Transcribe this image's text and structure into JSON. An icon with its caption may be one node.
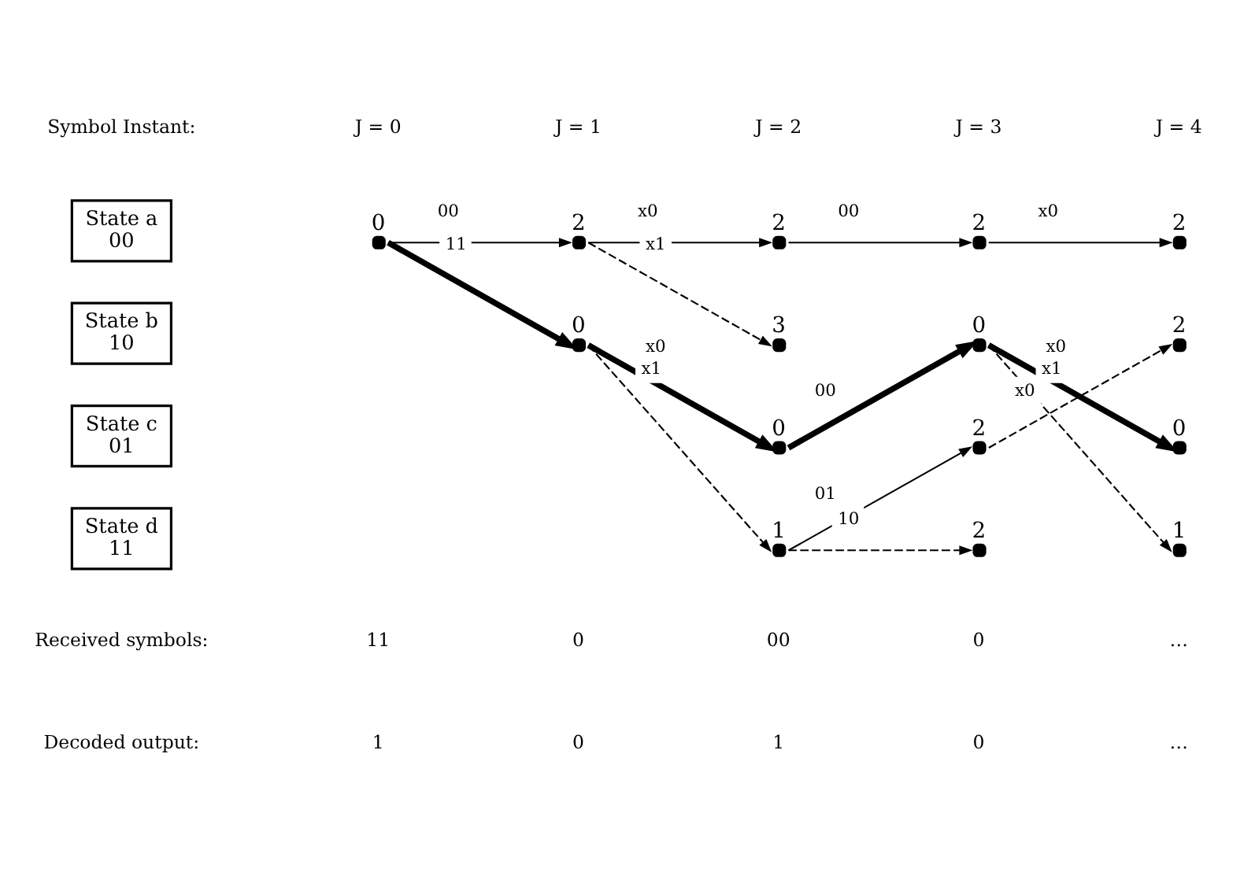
{
  "diagram": {
    "nodes": [
      {
        "text": [
          "State a",
          "00"
        ]
      },
      {
        "text": [
          "State b",
          "10"
        ]
      },
      {
        "text": [
          "State c",
          "01"
        ]
      },
      {
        "text": [
          "State d",
          "11"
        ]
      },
      {
        "text": [],
        "shape": "circle",
        "beside": [
          "0"
        ]
      },
      {
        "text": [],
        "shape": "circle",
        "beside": [
          "2"
        ]
      },
      {
        "text": [],
        "shape": "circle",
        "beside": [
          "2"
        ]
      },
      {
        "text": [],
        "shape": "circle",
        "beside": [
          "2"
        ]
      },
      {
        "text": [],
        "shape": "circle",
        "beside": [
          "2"
        ]
      },
      {
        "text": [],
        "shape": "circle",
        "beside": [
          "0"
        ]
      },
      {
        "text": [],
        "shape": "circle",
        "beside": [
          "3"
        ]
      },
      {
        "text": [],
        "shape": "circle",
        "beside": [
          "0"
        ]
      },
      {
        "text": [],
        "shape": "circle",
        "beside": [
          "2"
        ]
      },
      {
        "text": [],
        "shape": "circle",
        "beside": [
          "0"
        ]
      },
      {
        "text": [],
        "shape": "circle",
        "beside": [
          "2"
        ]
      },
      {
        "text": [],
        "shape": "circle",
        "beside": [
          "0"
        ]
      },
      {
        "text": [],
        "shape": "circle",
        "beside": [
          "1"
        ]
      },
      {
        "text": [],
        "shape": "circle",
        "beside": [
          "2"
        ]
      },
      {
        "text": [],
        "shape": "circle",
        "beside": [
          "1"
        ]
      }
    ],
    "edges": [
      {
        "from": 4,
        "to": 5,
        "arrow": "to",
        "label": "00"
      },
      {
        "from": 4,
        "to": 9,
        "arrow": "to",
        "label": "11",
        "style": "thick"
      },
      {
        "from": 5,
        "to": 6,
        "arrow": "to",
        "label": "x0"
      },
      {
        "from": 5,
        "to": 10,
        "arrow": "to",
        "label": "x1",
        "style": "dashed"
      },
      {
        "from": 9,
        "to": 13,
        "arrow": "to",
        "label": "x0",
        "style": "thick"
      },
      {
        "from": 9,
        "to": 16,
        "arrow": "to",
        "label": "x1",
        "style": "dashed"
      },
      {
        "from": 6,
        "to": 7,
        "arrow": "to",
        "label": "00"
      },
      {
        "from": 13,
        "to": 11,
        "arrow": "to",
        "label": "00",
        "style": "thick"
      },
      {
        "from": 16,
        "to": 14,
        "arrow": "to",
        "label": "01"
      },
      {
        "from": 16,
        "to": 17,
        "arrow": "to",
        "label": "10",
        "style": "dashed"
      },
      {
        "from": 7,
        "to": 8,
        "arrow": "to",
        "label": "x0"
      },
      {
        "from": 11,
        "to": 15,
        "arrow": "to",
        "label": "x0",
        "style": "thick"
      },
      {
        "from": 14,
        "to": 12,
        "arrow": "to",
        "label": "x0",
        "style": "dashed"
      },
      {
        "from": 11,
        "to": 18,
        "arrow": "to",
        "label": "x1",
        "style": "dashed"
      }
    ],
    "labels": [
      "Symbol Instant:",
      "J = 0",
      "J = 1",
      "J = 2",
      "J = 3",
      "J = 4",
      "Received symbols:",
      "11",
      "0",
      "00",
      "0",
      "…",
      "Decoded output:",
      "1",
      "0",
      "1",
      "0",
      "…"
    ]
  }
}
